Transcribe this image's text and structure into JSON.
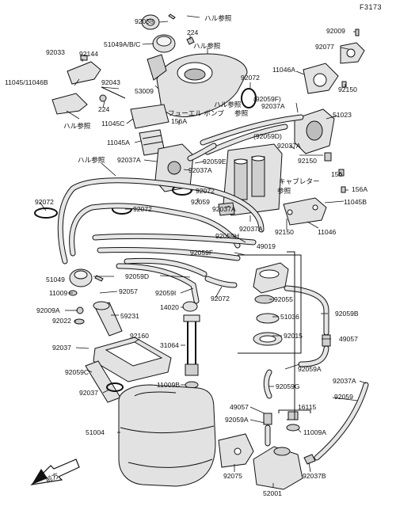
{
  "figure_code": "F3173",
  "callouts": [
    {
      "id": "c92038",
      "text": "92038"
    },
    {
      "id": "c_hull_ref_top",
      "text": "ハル参照"
    },
    {
      "id": "c224a",
      "text": "224"
    },
    {
      "id": "c51049abc",
      "text": "51049A/B/C"
    },
    {
      "id": "c_hull_ref_2",
      "text": "ハル参照"
    },
    {
      "id": "c92033",
      "text": "92033"
    },
    {
      "id": "c92144",
      "text": "92144"
    },
    {
      "id": "c11045_46b",
      "text": "11045/11046B"
    },
    {
      "id": "c92043",
      "text": "92043"
    },
    {
      "id": "c53009",
      "text": "53009"
    },
    {
      "id": "c224b",
      "text": "224"
    },
    {
      "id": "c_hull_ref_3",
      "text": "ハル参照"
    },
    {
      "id": "c92009",
      "text": "92009"
    },
    {
      "id": "c92077",
      "text": "92077"
    },
    {
      "id": "c11046a",
      "text": "11046A"
    },
    {
      "id": "c92150a",
      "text": "92150"
    },
    {
      "id": "c92072a",
      "text": "92072"
    },
    {
      "id": "c_hull_ref_4",
      "text": "ハル参照"
    },
    {
      "id": "c92059f_p",
      "text": "(92059F)"
    },
    {
      "id": "c92037a1",
      "text": "92037A"
    },
    {
      "id": "c51023",
      "text": "51023"
    },
    {
      "id": "c156a",
      "text": "156A"
    },
    {
      "id": "c_fuel_pump",
      "text": "フューエル ポンプ"
    },
    {
      "id": "c_ref_a",
      "text": "参照"
    },
    {
      "id": "c11045c",
      "text": "11045C"
    },
    {
      "id": "c92059d_p",
      "text": "(92059D)"
    },
    {
      "id": "c92037a2",
      "text": "92037A"
    },
    {
      "id": "c11045a",
      "text": "11045A"
    },
    {
      "id": "c92150b",
      "text": "92150"
    },
    {
      "id": "c_hull_ref_5",
      "text": "ハル参照"
    },
    {
      "id": "c92037a3",
      "text": "92037A"
    },
    {
      "id": "c92059e",
      "text": "92059E"
    },
    {
      "id": "c92037a4",
      "text": "92037A"
    },
    {
      "id": "c156",
      "text": "156"
    },
    {
      "id": "c_carb",
      "text": "キャブレター"
    },
    {
      "id": "c_ref_b",
      "text": "参照"
    },
    {
      "id": "c156a_r",
      "text": "156A"
    },
    {
      "id": "c11045b",
      "text": "11045B"
    },
    {
      "id": "c92072b",
      "text": "92072"
    },
    {
      "id": "c92072c",
      "text": "92072"
    },
    {
      "id": "c92059",
      "text": "92059"
    },
    {
      "id": "c92037a5",
      "text": "92037A"
    },
    {
      "id": "c92037a6",
      "text": "92037A"
    },
    {
      "id": "c92072d",
      "text": "92072"
    },
    {
      "id": "c92150c",
      "text": "92150"
    },
    {
      "id": "c11046",
      "text": "11046"
    },
    {
      "id": "c92059h",
      "text": "92059H"
    },
    {
      "id": "c49019",
      "text": "49019"
    },
    {
      "id": "c92059f",
      "text": "92059F"
    },
    {
      "id": "c51049",
      "text": "51049"
    },
    {
      "id": "c92059d",
      "text": "92059D"
    },
    {
      "id": "c11009",
      "text": "11009"
    },
    {
      "id": "c92057",
      "text": "92057"
    },
    {
      "id": "c92059i",
      "text": "92059I"
    },
    {
      "id": "c92072e",
      "text": "92072"
    },
    {
      "id": "c92055",
      "text": "92055"
    },
    {
      "id": "c92009a",
      "text": "92009A"
    },
    {
      "id": "c14020",
      "text": "14020"
    },
    {
      "id": "c92059b",
      "text": "92059B"
    },
    {
      "id": "c92022",
      "text": "92022"
    },
    {
      "id": "c59231",
      "text": "59231"
    },
    {
      "id": "c51036",
      "text": "51036"
    },
    {
      "id": "c92160",
      "text": "92160"
    },
    {
      "id": "c92015",
      "text": "92015"
    },
    {
      "id": "c49057a",
      "text": "49057"
    },
    {
      "id": "c92037",
      "text": "92037"
    },
    {
      "id": "c31064",
      "text": "31064"
    },
    {
      "id": "c92059c",
      "text": "92059C"
    },
    {
      "id": "c92059a1",
      "text": "92059A"
    },
    {
      "id": "c92037a7",
      "text": "92037A"
    },
    {
      "id": "c92059g",
      "text": "92059G"
    },
    {
      "id": "c11009b",
      "text": "11009B"
    },
    {
      "id": "c92037b",
      "text": "92037"
    },
    {
      "id": "c92059_r",
      "text": "92059"
    },
    {
      "id": "c49057b",
      "text": "49057"
    },
    {
      "id": "c16115",
      "text": "16115"
    },
    {
      "id": "c51004",
      "text": "51004"
    },
    {
      "id": "c92059a2",
      "text": "92059A"
    },
    {
      "id": "c11009a",
      "text": "11009A"
    },
    {
      "id": "c92075",
      "text": "92075"
    },
    {
      "id": "c92037b2",
      "text": "92037B"
    },
    {
      "id": "c52001",
      "text": "52001"
    }
  ],
  "front_arrow_label": "前方"
}
